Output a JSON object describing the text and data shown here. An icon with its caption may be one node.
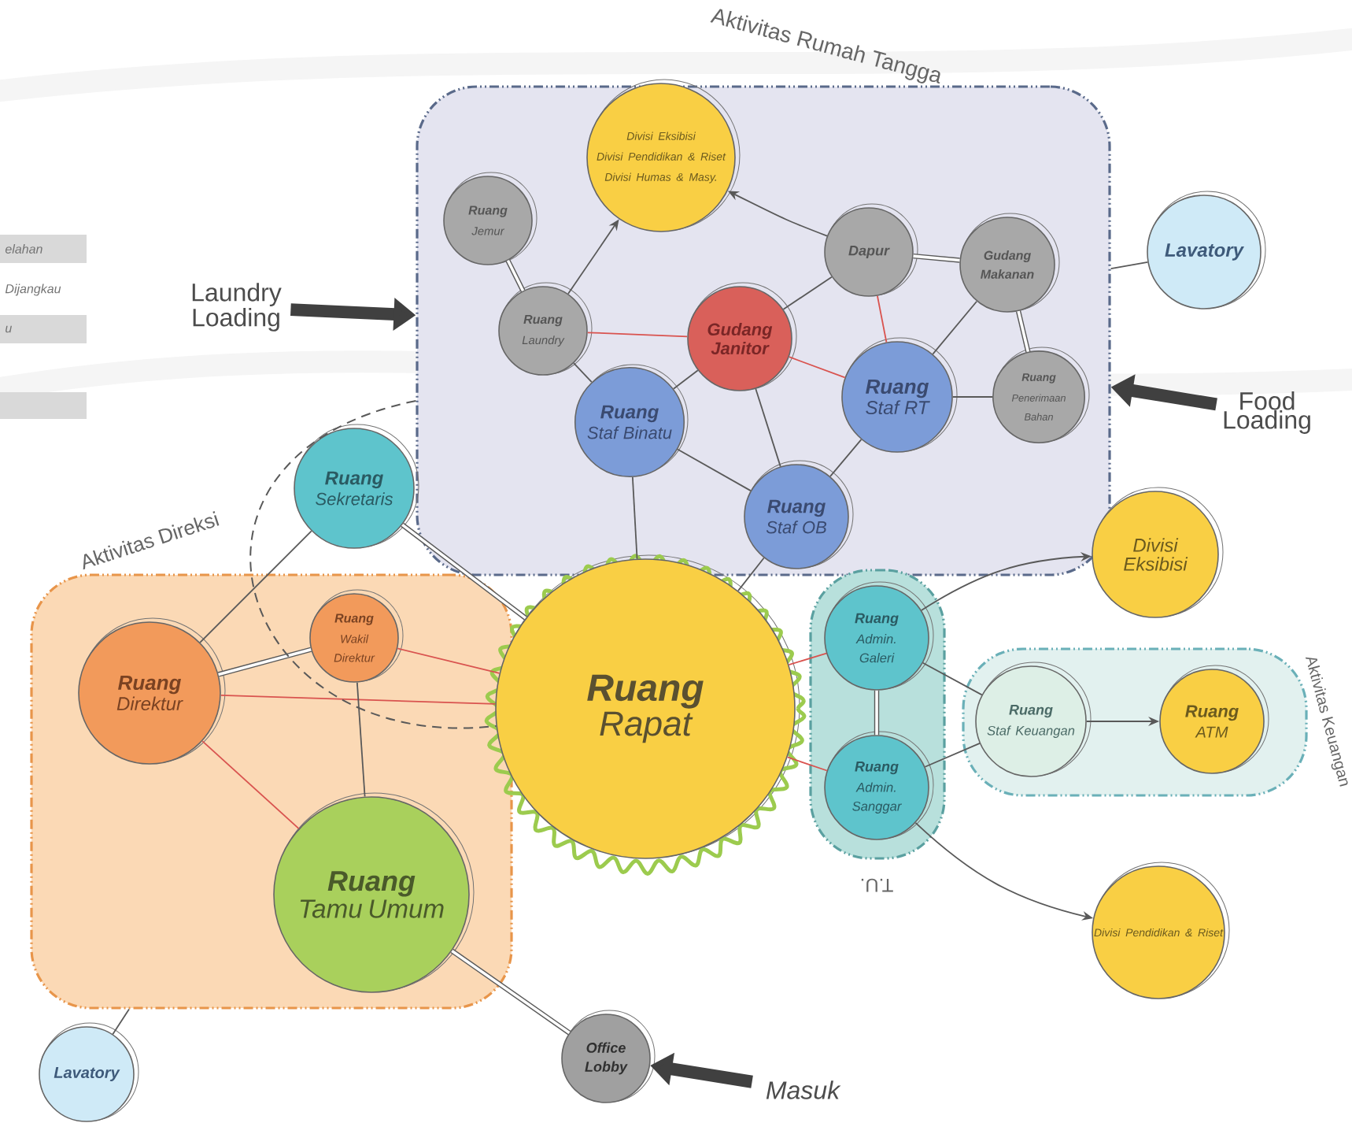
{
  "diagram": {
    "nodes": [
      {
        "text": [
          "Aktivitas Rumah Tangga"
        ]
      },
      {
        "text": [
          "Divisi Eksibisi",
          "Divisi Pendidikan & Riset",
          "Divisi Humas & Masy."
        ],
        "in": 0
      },
      {
        "text": [
          "Ruang",
          "Jemur"
        ],
        "in": 0
      },
      {
        "text": [
          "Dapur"
        ],
        "in": 0
      },
      {
        "text": [
          "Gudang Makanan"
        ],
        "in": 0
      },
      {
        "text": [
          "Ruang",
          "Laundry"
        ],
        "in": 0
      },
      {
        "text": [
          "Gudang Janitor"
        ],
        "in": 0
      },
      {
        "text": [
          "Ruang",
          "Staf RT"
        ],
        "in": 0
      },
      {
        "text": [
          "Ruang",
          "Penerimaan Bahan"
        ],
        "in": 0
      },
      {
        "text": [
          "Ruang",
          "Staf Binatu"
        ],
        "in": 0
      },
      {
        "text": [
          "Ruang",
          "Staf OB"
        ],
        "in": 0
      },
      {
        "text": [
          "Lavatory"
        ]
      },
      {
        "text": [
          "Ruang",
          "Sekretaris"
        ]
      },
      {
        "text": [
          "Aktivitas Direksi"
        ]
      },
      {
        "text": [
          "Ruang",
          "Wakil Direktur"
        ],
        "in": 13
      },
      {
        "text": [
          "Ruang",
          "Direktur"
        ],
        "in": 13
      },
      {
        "text": [
          "Ruang",
          "Tamu Umum"
        ],
        "in": 13
      },
      {
        "text": [
          "Ruang",
          "Rapat"
        ]
      },
      {
        "text": [
          "T.U."
        ]
      },
      {
        "text": [
          "Ruang",
          "Admin. Galeri"
        ],
        "in": 18
      },
      {
        "text": [
          "Ruang",
          "Admin. Sanggar"
        ],
        "in": 18
      },
      {
        "text": [
          "Divisi Eksibisi"
        ]
      },
      {
        "text": [
          "Aktivitas Keuangan"
        ]
      },
      {
        "text": [
          "Ruang",
          "Staf Keuangan"
        ],
        "in": 22
      },
      {
        "text": [
          "Ruang",
          "ATM"
        ],
        "in": 22
      },
      {
        "text": [
          "Divisi Pendidikan & Riset"
        ]
      },
      {
        "text": [
          "Lavatory"
        ]
      },
      {
        "text": [
          "Office Lobby"
        ]
      },
      {
        "text": [
          "Laundry Loading"
        ]
      },
      {
        "text": [
          "Food Loading"
        ]
      },
      {
        "text": [
          "Masuk"
        ]
      }
    ],
    "edges": [
      {
        "from": 2,
        "to": 5,
        "arrow": "none",
        "style": "thick"
      },
      {
        "from": 5,
        "to": 1,
        "arrow": "to"
      },
      {
        "from": 3,
        "to": 1,
        "arrow": "to"
      },
      {
        "from": 5,
        "to": 6,
        "arrow": "none",
        "color": "#d9534f"
      },
      {
        "from": 3,
        "to": 6,
        "arrow": "none"
      },
      {
        "from": 3,
        "to": 4,
        "arrow": "none",
        "style": "thick"
      },
      {
        "from": 3,
        "to": 7,
        "arrow": "none",
        "color": "#d9534f"
      },
      {
        "from": 4,
        "to": 7,
        "arrow": "none"
      },
      {
        "from": 4,
        "to": 8,
        "arrow": "none",
        "style": "thick"
      },
      {
        "from": 7,
        "to": 8,
        "arrow": "none"
      },
      {
        "from": 6,
        "to": 7,
        "arrow": "none",
        "color": "#d9534f"
      },
      {
        "from": 6,
        "to": 9,
        "arrow": "none"
      },
      {
        "from": 6,
        "to": 10,
        "arrow": "none"
      },
      {
        "from": 5,
        "to": 9,
        "arrow": "none"
      },
      {
        "from": 9,
        "to": 10,
        "arrow": "none"
      },
      {
        "from": 7,
        "to": 10,
        "arrow": "none"
      },
      {
        "from": 9,
        "to": 17,
        "arrow": "none"
      },
      {
        "from": 10,
        "to": 17,
        "arrow": "none"
      },
      {
        "from": 11,
        "to": 0,
        "arrow": "none"
      },
      {
        "from": 28,
        "to": 0,
        "arrow": "to",
        "style": "thick"
      },
      {
        "from": 29,
        "to": 0,
        "arrow": "to",
        "style": "thick"
      },
      {
        "from": 12,
        "to": 17,
        "arrow": "none",
        "style": "thick"
      },
      {
        "from": 12,
        "to": 15,
        "arrow": "none"
      },
      {
        "from": 14,
        "to": 15,
        "arrow": "none",
        "style": "thick"
      },
      {
        "from": 14,
        "to": 17,
        "arrow": "none",
        "color": "#d9534f"
      },
      {
        "from": 15,
        "to": 17,
        "arrow": "none",
        "color": "#d9534f"
      },
      {
        "from": 14,
        "to": 16,
        "arrow": "none"
      },
      {
        "from": 15,
        "to": 16,
        "arrow": "none",
        "color": "#d9534f"
      },
      {
        "from": 26,
        "to": 13,
        "arrow": "none"
      },
      {
        "from": 16,
        "to": 27,
        "arrow": "none",
        "style": "thick"
      },
      {
        "from": 0,
        "to": 17,
        "arrow": "none",
        "style": "dashed"
      },
      {
        "from": 17,
        "to": 19,
        "arrow": "none",
        "color": "#d9534f"
      },
      {
        "from": 17,
        "to": 20,
        "arrow": "none",
        "color": "#d9534f"
      },
      {
        "from": 19,
        "to": 20,
        "arrow": "none",
        "style": "thick"
      },
      {
        "from": 19,
        "to": 21,
        "arrow": "to"
      },
      {
        "from": 20,
        "to": 25,
        "arrow": "to"
      },
      {
        "from": 19,
        "to": 23,
        "arrow": "none"
      },
      {
        "from": 20,
        "to": 23,
        "arrow": "none"
      },
      {
        "from": 23,
        "to": 24,
        "arrow": "to"
      },
      {
        "from": 30,
        "to": 27,
        "arrow": "to",
        "style": "thick"
      }
    ],
    "labels": [
      "elahan",
      "Dijangkau",
      "u"
    ]
  }
}
